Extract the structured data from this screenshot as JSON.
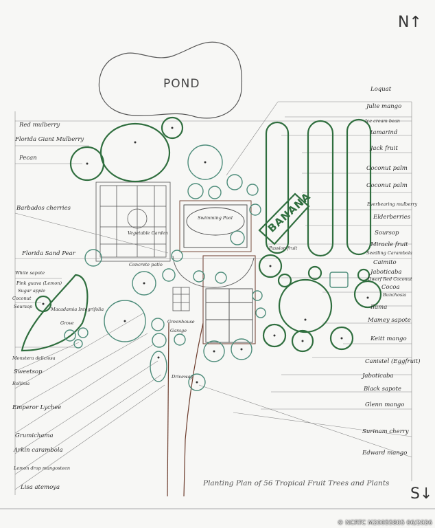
{
  "compass": {
    "north": "N",
    "south": "S"
  },
  "watermark": "© NCRTC M20055805 06/2026",
  "title": "Planting Plan of 56 Tropical Fruit Trees and Plants",
  "features": {
    "pond": "POND",
    "banana": "BANANA",
    "swimming_pool": "Swimming Pool",
    "vegetable_garden": "Vegetable Garden",
    "concrete_patio": "Concrete patio",
    "greenhouse": "Greenhouse",
    "garage": "Garage",
    "driveway": "Driveway",
    "passion_fruit": "Passion fruit"
  },
  "left_labels": [
    "Red mulberry",
    "Florida Giant Mulberry",
    "Pecan",
    "Barbados cherries",
    "Florida Sand Pear",
    "White sapote",
    "Pink guava (Lemon)",
    "Sugar apple",
    "Coconut",
    "Soursop",
    "Macadamia Integrifolia",
    "Grove",
    "Monstera deliciosa",
    "Sweetsop",
    "Rollinia",
    "Emperor Lychee",
    "Grumichama",
    "Arkin carambola",
    "Lemon drop mangosteen",
    "Lisa atemoya"
  ],
  "right_labels": [
    "Loquat",
    "Julie mango",
    "Ice cream bean",
    "tamarind",
    "Jack fruit",
    "Coconut palm",
    "Coconut palm",
    "Everbearing mulberry",
    "Elderberries",
    "Soursop",
    "Miracle fruit",
    "Seedling Carambola",
    "Caimito",
    "Jaboticaba",
    "Dwarf Red Coconut",
    "Cocoa",
    "Bunchosia",
    "Ilama",
    "Mamey sapote",
    "Keitt mango",
    "Canistel (Eggfruit)",
    "Jaboticaba",
    "Black sapote",
    "Glenn mango",
    "Surinam cherry",
    "Edward mango"
  ]
}
